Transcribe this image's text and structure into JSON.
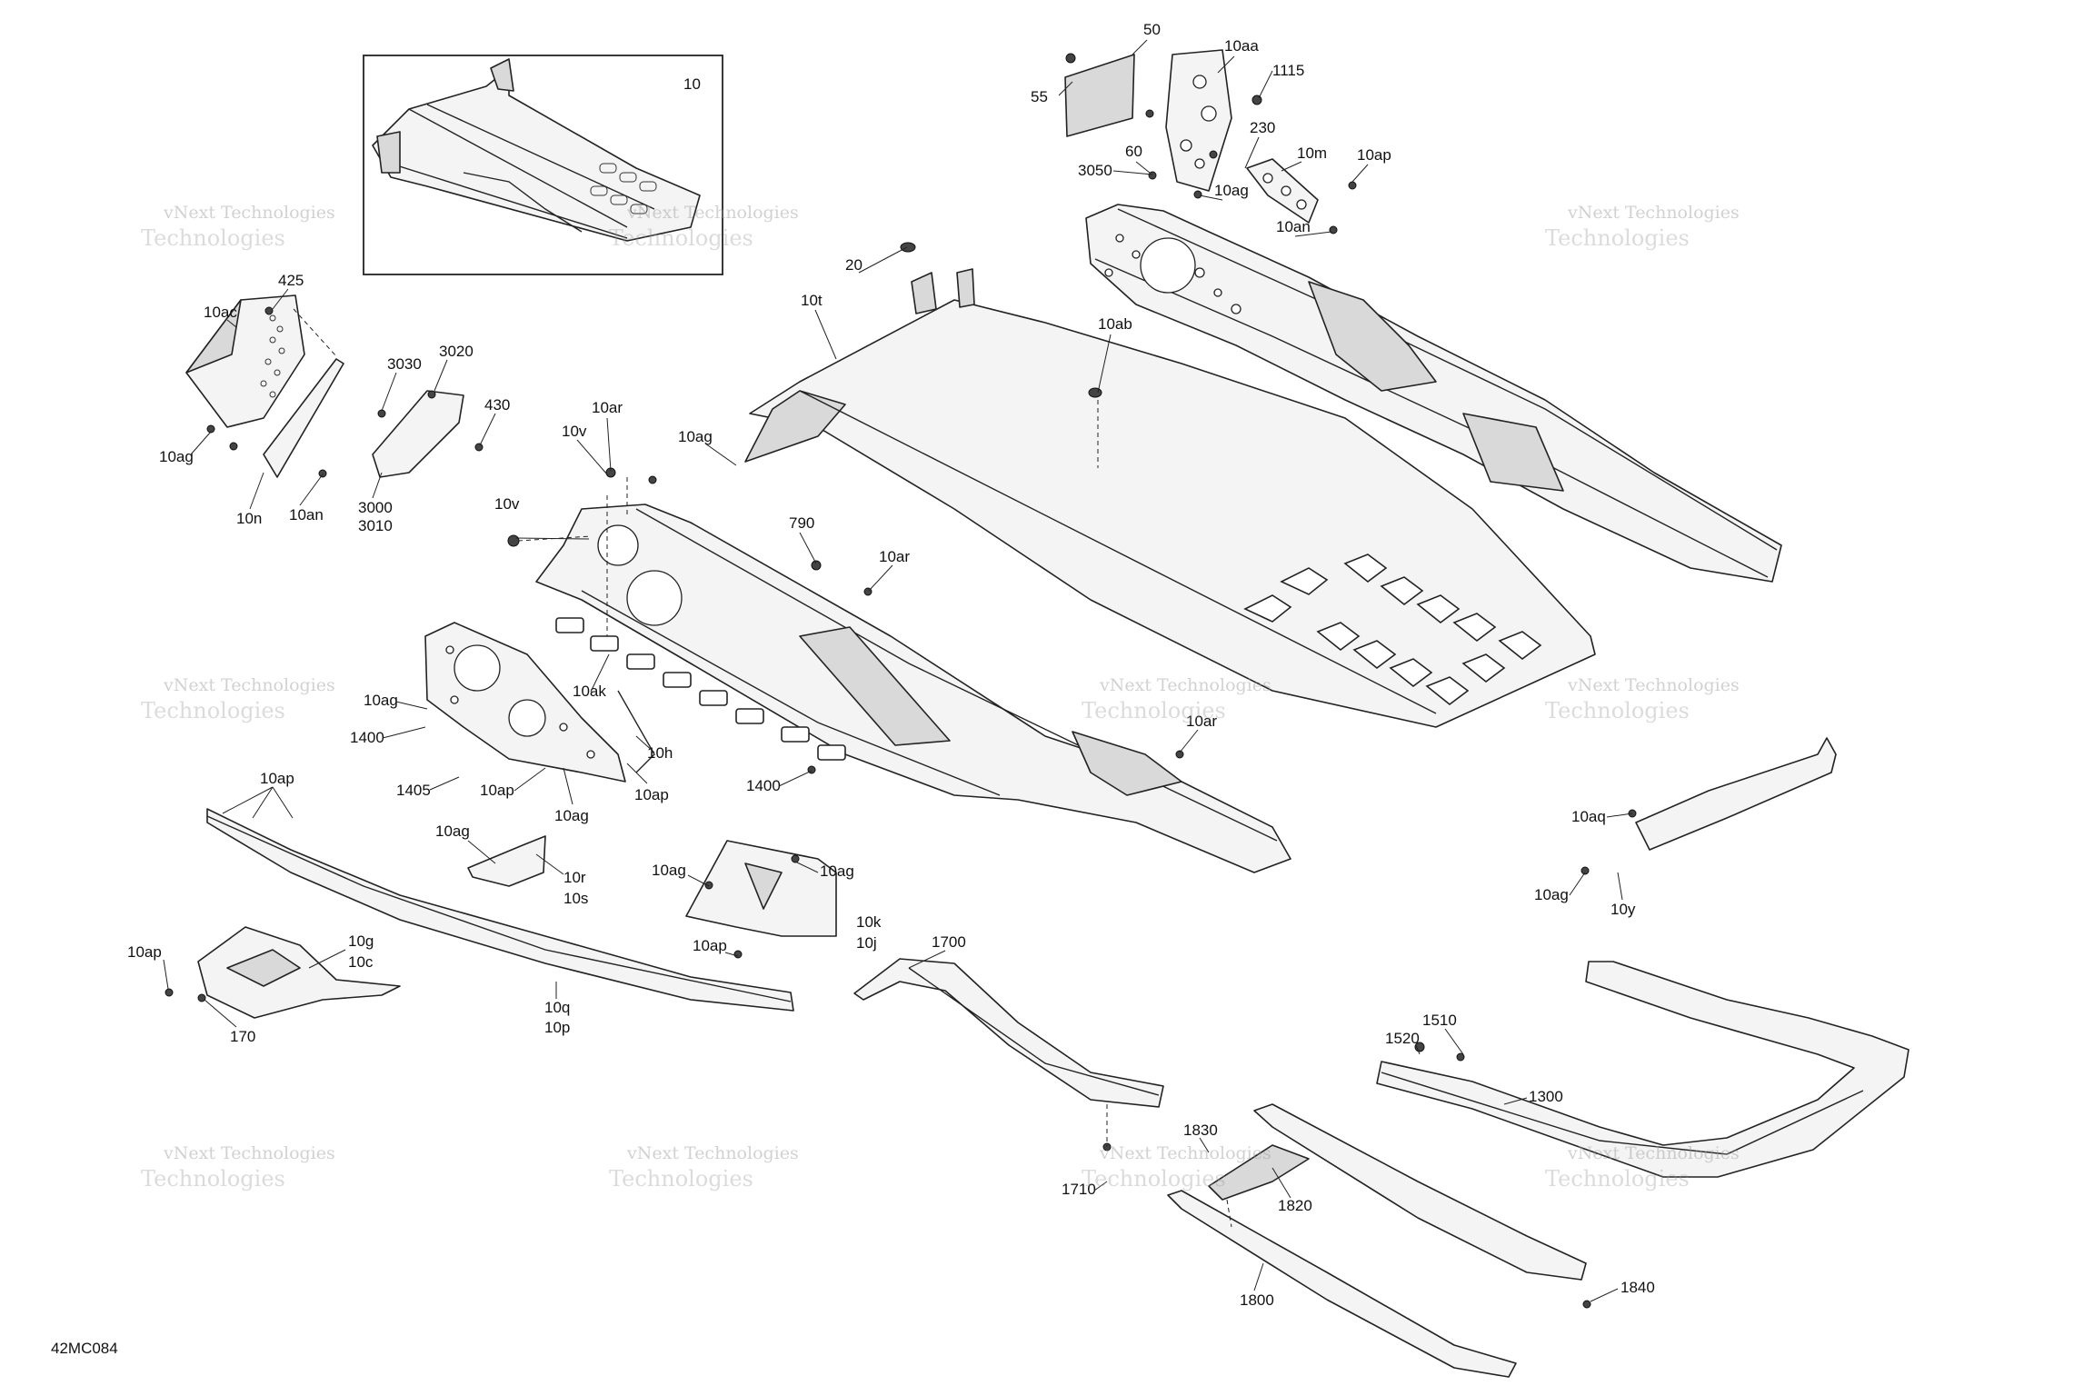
{
  "diagram_code": "42MC084",
  "inset_label": "10",
  "watermark": [
    "vNext Technologies",
    "Technologies"
  ],
  "callouts": [
    {
      "id": "50",
      "text": "50"
    },
    {
      "id": "55",
      "text": "55"
    },
    {
      "id": "10aa",
      "text": "10aa"
    },
    {
      "id": "1115",
      "text": "1115"
    },
    {
      "id": "230",
      "text": "230"
    },
    {
      "id": "60",
      "text": "60"
    },
    {
      "id": "10m",
      "text": "10m"
    },
    {
      "id": "10ap-top",
      "text": "10ap"
    },
    {
      "id": "3050",
      "text": "3050"
    },
    {
      "id": "10ag-top",
      "text": "10ag"
    },
    {
      "id": "10an-top",
      "text": "10an"
    },
    {
      "id": "425",
      "text": "425"
    },
    {
      "id": "10ac",
      "text": "10ac"
    },
    {
      "id": "3030",
      "text": "3030"
    },
    {
      "id": "3020",
      "text": "3020"
    },
    {
      "id": "430",
      "text": "430"
    },
    {
      "id": "10ag-left",
      "text": "10ag"
    },
    {
      "id": "3000",
      "text": "3000"
    },
    {
      "id": "3010",
      "text": "3010"
    },
    {
      "id": "10n",
      "text": "10n"
    },
    {
      "id": "10an-left",
      "text": "10an"
    },
    {
      "id": "20",
      "text": "20"
    },
    {
      "id": "10t",
      "text": "10t"
    },
    {
      "id": "10ab",
      "text": "10ab"
    },
    {
      "id": "10ag-mid",
      "text": "10ag"
    },
    {
      "id": "10ar-a",
      "text": "10ar"
    },
    {
      "id": "10v-a",
      "text": "10v"
    },
    {
      "id": "10v-b",
      "text": "10v"
    },
    {
      "id": "790",
      "text": "790"
    },
    {
      "id": "10ar-b",
      "text": "10ar"
    },
    {
      "id": "10ag-c",
      "text": "10ag"
    },
    {
      "id": "10ak",
      "text": "10ak"
    },
    {
      "id": "1400-a",
      "text": "1400"
    },
    {
      "id": "10h",
      "text": "10h"
    },
    {
      "id": "1405",
      "text": "1405"
    },
    {
      "id": "10ap-a",
      "text": "10ap"
    },
    {
      "id": "10ap-b",
      "text": "10ap"
    },
    {
      "id": "10ag-d",
      "text": "10ag"
    },
    {
      "id": "1400-b",
      "text": "1400"
    },
    {
      "id": "10ar-c",
      "text": "10ar"
    },
    {
      "id": "10ap-c",
      "text": "10ap"
    },
    {
      "id": "10ag-e",
      "text": "10ag"
    },
    {
      "id": "10r",
      "text": "10r"
    },
    {
      "id": "10s",
      "text": "10s"
    },
    {
      "id": "10ag-f",
      "text": "10ag"
    },
    {
      "id": "10ag-g",
      "text": "10ag"
    },
    {
      "id": "10k",
      "text": "10k"
    },
    {
      "id": "10j",
      "text": "10j"
    },
    {
      "id": "10ap-d",
      "text": "10ap"
    },
    {
      "id": "10ap-e",
      "text": "10ap"
    },
    {
      "id": "10g",
      "text": "10g"
    },
    {
      "id": "10c",
      "text": "10c"
    },
    {
      "id": "170",
      "text": "170"
    },
    {
      "id": "10q",
      "text": "10q"
    },
    {
      "id": "10p",
      "text": "10p"
    },
    {
      "id": "1700",
      "text": "1700"
    },
    {
      "id": "10aq",
      "text": "10aq"
    },
    {
      "id": "10ag-h",
      "text": "10ag"
    },
    {
      "id": "10y",
      "text": "10y"
    },
    {
      "id": "1510",
      "text": "1510"
    },
    {
      "id": "1520",
      "text": "1520"
    },
    {
      "id": "1300",
      "text": "1300"
    },
    {
      "id": "1830",
      "text": "1830"
    },
    {
      "id": "1710",
      "text": "1710"
    },
    {
      "id": "1820",
      "text": "1820"
    },
    {
      "id": "1800",
      "text": "1800"
    },
    {
      "id": "1840",
      "text": "1840"
    }
  ]
}
